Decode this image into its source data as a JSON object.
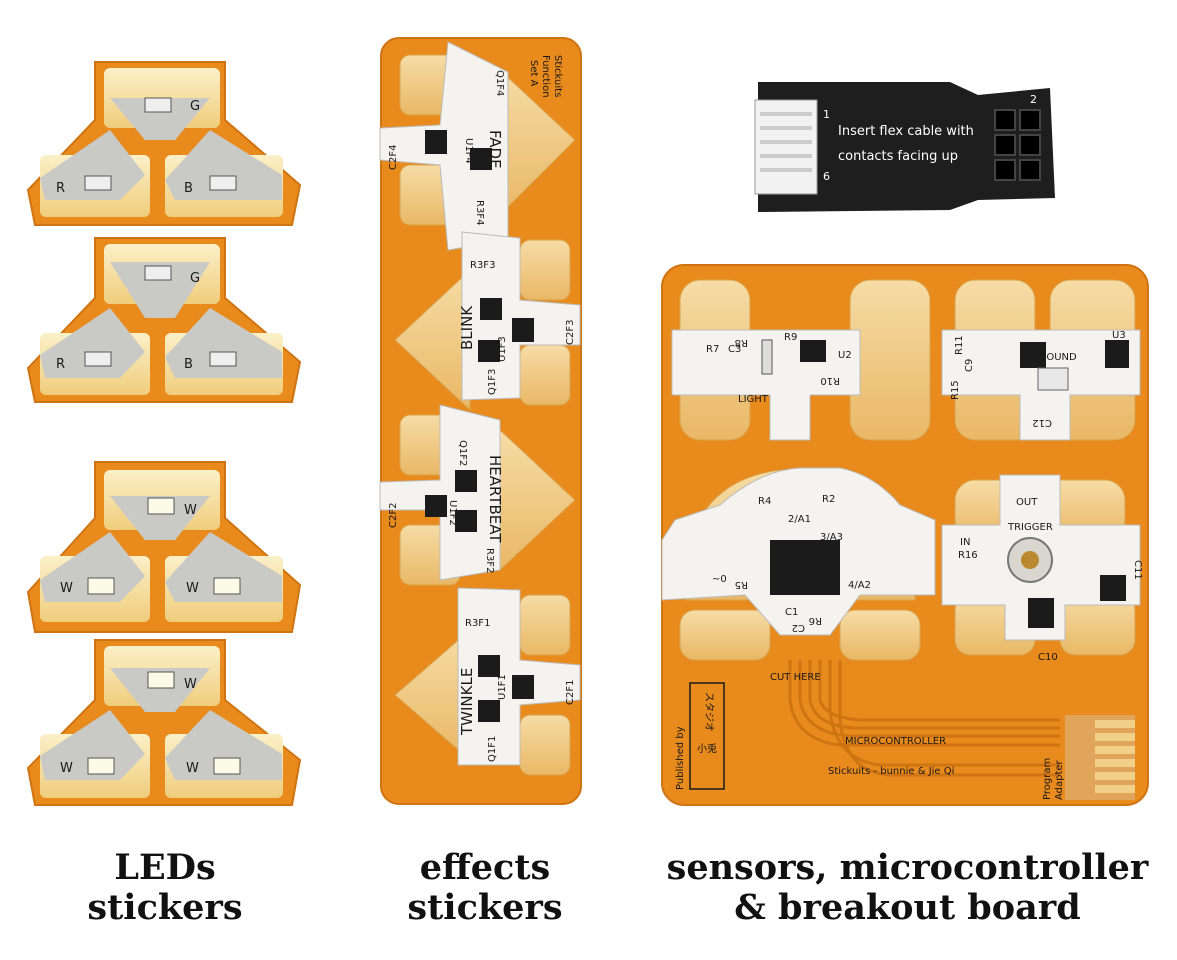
{
  "captions": {
    "leds": [
      "LEDs",
      "stickers"
    ],
    "effects": [
      "effects",
      "stickers"
    ],
    "sensors": [
      "sensors, microcontroller",
      "& breakout board"
    ]
  },
  "led_labels": {
    "top_set_1": [
      "G",
      "R",
      "B"
    ],
    "top_set_2": [
      "G",
      "R",
      "B"
    ],
    "white_set_1": [
      "W",
      "W",
      "W"
    ],
    "white_set_2": [
      "W",
      "W",
      "W"
    ]
  },
  "effects_strip": {
    "corner": [
      "Stickuits",
      "Function",
      "Set A"
    ],
    "stickers": [
      {
        "name": "FADE",
        "parts": [
          "C2F4",
          "Q1F4",
          "U1F4",
          "R3F4"
        ]
      },
      {
        "name": "BLINK",
        "parts": [
          "R3F3",
          "C2F3",
          "Q1F3",
          "U1F3"
        ]
      },
      {
        "name": "HEARTBEAT",
        "parts": [
          "C2F2",
          "Q1F2",
          "U1F2",
          "R3F2"
        ]
      },
      {
        "name": "TWINKLE",
        "parts": [
          "R3F1",
          "C2F1",
          "Q1F1",
          "U1F1"
        ]
      }
    ]
  },
  "adapter": {
    "text": [
      "Insert flex cable with",
      "contacts facing up"
    ],
    "pins": [
      "1",
      "6",
      "2"
    ]
  },
  "sensor_board": {
    "light": {
      "name": "LIGHT",
      "parts": [
        "R7",
        "C3",
        "R8",
        "R9",
        "U2",
        "R10"
      ]
    },
    "sound": {
      "name": "SOUND",
      "parts": [
        "R11",
        "U3",
        "R15",
        "C9",
        "C12"
      ]
    },
    "micro": {
      "pins": [
        "R4",
        "R2",
        "2/A1",
        "3/A3",
        "~0",
        "4/A2",
        "R5",
        "C1",
        "C2",
        "R6"
      ]
    },
    "trigger": {
      "name": "TRIGGER",
      "parts": [
        "OUT",
        "IN",
        "R16",
        "C11",
        "C10"
      ]
    },
    "cut": "CUT HERE",
    "micro_label": "MICROCONTROLLER",
    "credits": "Stickuits - bunnie & Jie Qi",
    "published": "Published by",
    "studio": "スタジオ",
    "logo": "小兎",
    "program": [
      "Program",
      "Adapter"
    ]
  },
  "colors": {
    "flex": "#e98a1c",
    "flex_dark": "#cf7412",
    "pad": "#f2cf8e",
    "pad_edge": "#d9a24a",
    "sticker_white": "#f4f3ef",
    "chip": "#1b1b1b",
    "adapter_black": "#1e1e1e",
    "caption": "#111111"
  }
}
